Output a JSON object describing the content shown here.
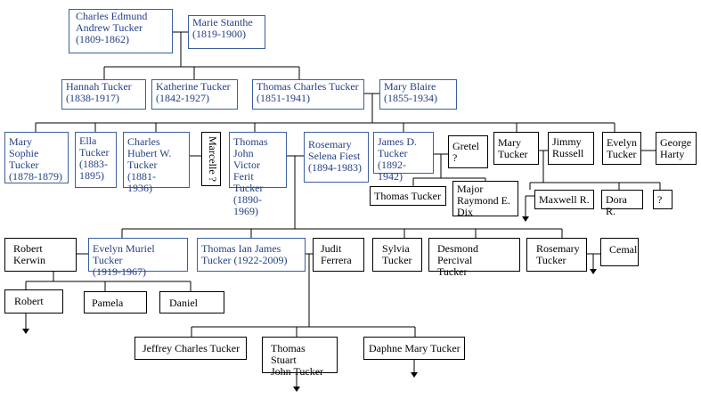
{
  "colors": {
    "blue_text": "#243f85",
    "blue_border": "#3a5f9e",
    "black": "#000000"
  },
  "people": {
    "charles_edmund": "Charles Edmund\nAndrew Tucker\n(1809-1862)",
    "marie_stanthe": "Marie Stanthe\n(1819-1900)",
    "hannah": "Hannah Tucker\n(1838-1917)",
    "katherine": "Katherine Tucker\n(1842-1927)",
    "thomas_charles": "Thomas Charles Tucker\n(1851-1941)",
    "mary_blaire": "Mary Blaire\n(1855-1934)",
    "mary_sophie": "Mary Sophie\nTucker\n(1878-1879)",
    "ella": "Ella\nTucker\n(1883-\n1895)",
    "charles_hubert": "Charles\nHubert W.\nTucker (1881-\n1936)",
    "marcelle": "Marcelle ?",
    "thomas_john_victor": "Thomas\nJohn Victor\nFerit Tucker\n(1890-1969)",
    "rosemary_selena": "Rosemary\nSelena Fiest\n(1894-1983)",
    "james_d": "James D.\nTucker\n(1892-1942)",
    "gretel": "Gretel\n?",
    "mary_tucker": "Mary\nTucker",
    "jimmy_russell": "Jimmy\nRussell",
    "evelyn_tucker": "Evelyn\nTucker",
    "george_harty": "George\nHarty",
    "thomas_tucker": "Thomas Tucker",
    "major_raymond": "Major\nRaymond E.\nDix",
    "maxwell": "Maxwell R.",
    "dora": "Dora R.",
    "unknown": "?",
    "robert_kerwin": "Robert\nKerwin",
    "evelyn_muriel": "Evelyn Muriel Tucker\n(1919-1967)",
    "thomas_ian_james": "Thomas Ian James\nTucker (1922-2009)",
    "judit_ferrera": "Judit\nFerrera",
    "sylvia": "Sylvia\nTucker",
    "desmond": "Desmond Percival\nTucker",
    "rosemary_tucker": "Rosemary\nTucker",
    "cemal": "Cemal",
    "robert": "Robert",
    "pamela": "Pamela",
    "daniel": "Daniel",
    "jeffrey": "Jeffrey Charles  Tucker",
    "thomas_stuart": "Thomas Stuart\nJohn Tucker",
    "daphne": "Daphne Mary Tucker"
  }
}
